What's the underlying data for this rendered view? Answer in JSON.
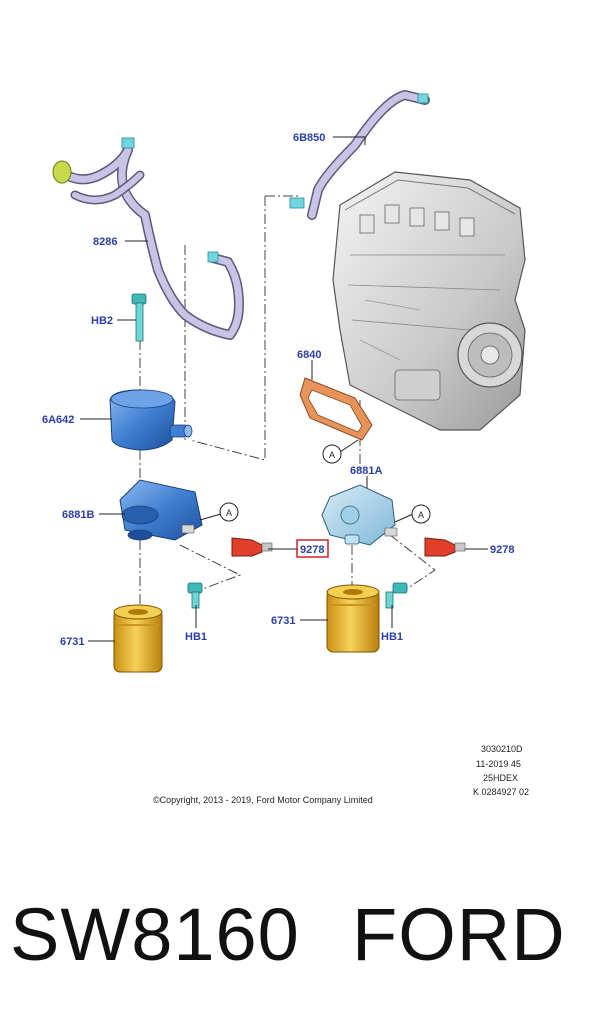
{
  "labels": {
    "hose_upper_right": "6B850",
    "hose_left": "8286",
    "bolt_top": "HB2",
    "cooler": "6A642",
    "gasket": "6840",
    "adapter_left": "6881B",
    "adapter_right": "6881A",
    "sensor_center": "9278",
    "sensor_right": "9278",
    "bolt_left": "HB1",
    "bolt_right": "HB1",
    "filter_left": "6731",
    "filter_right": "6731",
    "ref_gasket": "A",
    "ref_left": "A",
    "ref_right": "A"
  },
  "meta": {
    "line1": "3030210D",
    "line2": "11-2019 45",
    "line3": "25HDEX",
    "line4": "K 0284927 02",
    "copyright": "©Copyright, 2013 - 2019, Ford Motor Company Limited"
  },
  "caption": {
    "part_number": "SW8160",
    "brand": "FORD"
  },
  "colors": {
    "label_blue": "#2b3fa8",
    "hose": "#c9c3e6",
    "cooler_blue": "#3f7fd1",
    "filter_yellow": "#f2c23a",
    "sensor_red": "#e0402a",
    "bolt_teal": "#3fb8b8",
    "gasket_orange": "#e8935a",
    "highlight_red": "#d0202a"
  }
}
